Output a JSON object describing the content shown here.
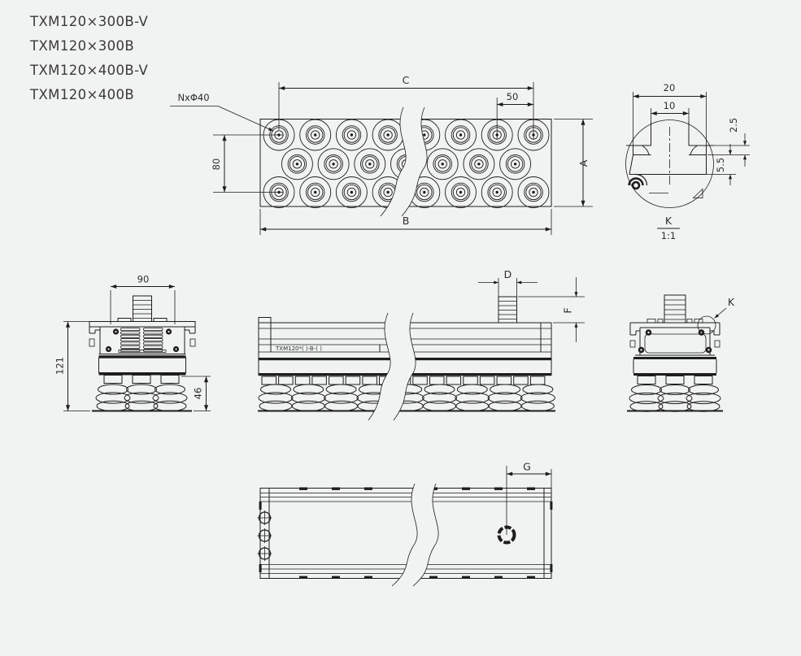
{
  "colors": {
    "background": "#f1f2f2",
    "line": "#1d1d1f",
    "text": "#3a3a3a"
  },
  "product_models": [
    "TXM120×300B-V",
    "TXM120×300B",
    "TXM120×400B-V",
    "TXM120×400B"
  ],
  "top_view": {
    "hole_callout": "NxΦ40",
    "dim_centers_width": "C",
    "dim_pitch": "50",
    "dim_height": "A",
    "dim_total_width": "B",
    "dim_row_spacing": "80"
  },
  "detail_k": {
    "title": "K",
    "scale": "1:1",
    "dim_outer_width": "20",
    "dim_slot_width": "10",
    "dim_lip_depth": "2.5",
    "dim_slot_depth": "5.5"
  },
  "side_view": {
    "dim_top_width": "90",
    "dim_total_height": "121",
    "dim_cup_height": "46"
  },
  "front_view": {
    "dim_fitting_dia": "D",
    "dim_fitting_height": "F",
    "body_label": "TXM120*( )-B-( )"
  },
  "end_view": {
    "detail_ref": "K"
  },
  "bottom_view": {
    "dim_port_offset": "G"
  }
}
